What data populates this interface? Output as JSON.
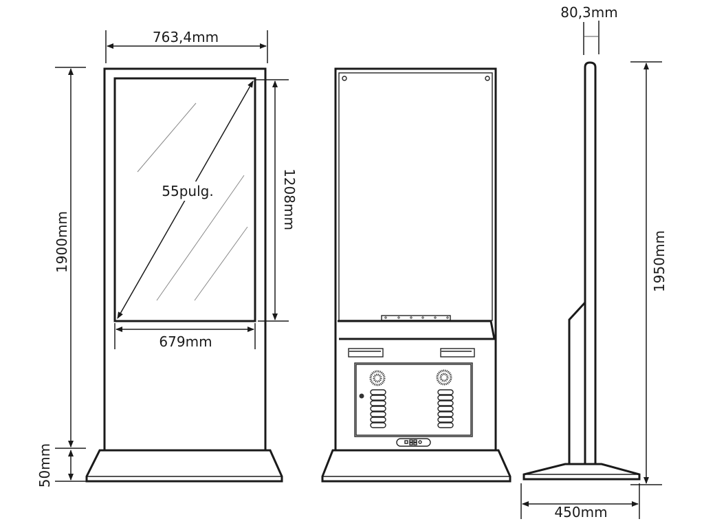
{
  "front_view": {
    "width_label": "763,4mm",
    "height_label": "1900mm",
    "base_label": "50mm",
    "screen_height_label": "1208mm",
    "screen_width_label": "679mm",
    "diagonal_label": "55pulg."
  },
  "side_view": {
    "depth_label": "80,3mm",
    "total_height_label": "1950mm",
    "base_depth_label": "450mm"
  }
}
